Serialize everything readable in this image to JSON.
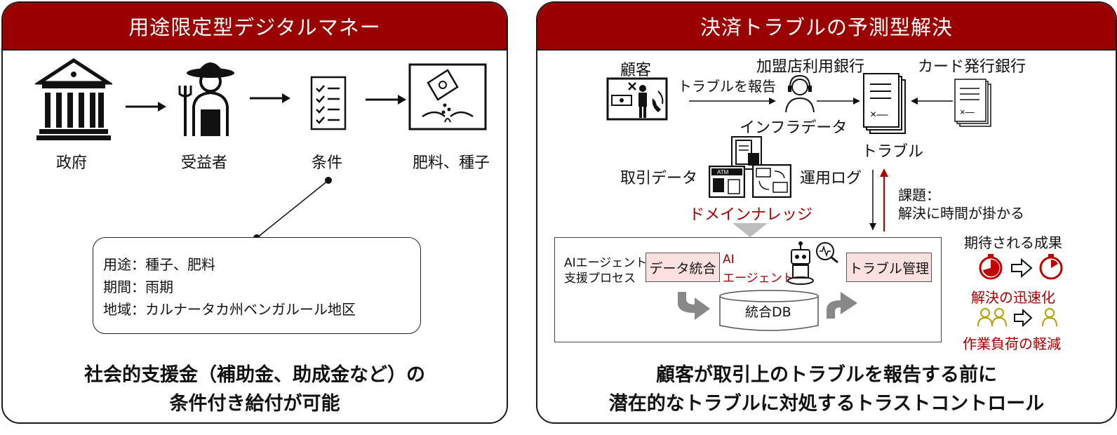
{
  "left_panel": {
    "title": "用途限定型デジタルマネー",
    "flow": [
      "政府",
      "受益者",
      "条件",
      "肥料、種子"
    ],
    "conditions": [
      "用途：種子、肥料",
      "期間：雨期",
      "地域：カルナータカ州ベンガルール地区"
    ],
    "summary": [
      "社会的支援金（補助金、助成金など）の",
      "条件付き給付が可能"
    ]
  },
  "right_panel": {
    "title": "決済トラブルの予測型解決",
    "customer": "顧客",
    "report_trouble": "トラブルを報告",
    "acquirer_bank": "加盟店利用銀行",
    "issuer_bank": "カード発行銀行",
    "infra_data": "インフラデータ",
    "trouble": "トラブル",
    "transaction_data": "取引データ",
    "operation_log": "運用ログ",
    "domain_knowledge": "ドメインナレッジ",
    "issue": [
      "課題：",
      "解決に時間が掛かる"
    ],
    "process_label": [
      "AIエージェント",
      "支援プロセス"
    ],
    "data_integration": "データ統合",
    "ai_agent": [
      "AI",
      "エージェント"
    ],
    "trouble_management": "トラブル管理",
    "integrated_db": "統合DB",
    "expected_results": "期待される成果",
    "faster_resolution": "解決の迅速化",
    "reduced_workload": "作業負荷の軽減",
    "summary": [
      "顧客が取引上のトラブルを報告する前に",
      "潜在的なトラブルに対処するトラストコントロール"
    ]
  },
  "colors": {
    "header": "#9a0000",
    "accent_red": "#a80000",
    "pink": "#fbe0e0",
    "gold": "#b8a000"
  }
}
